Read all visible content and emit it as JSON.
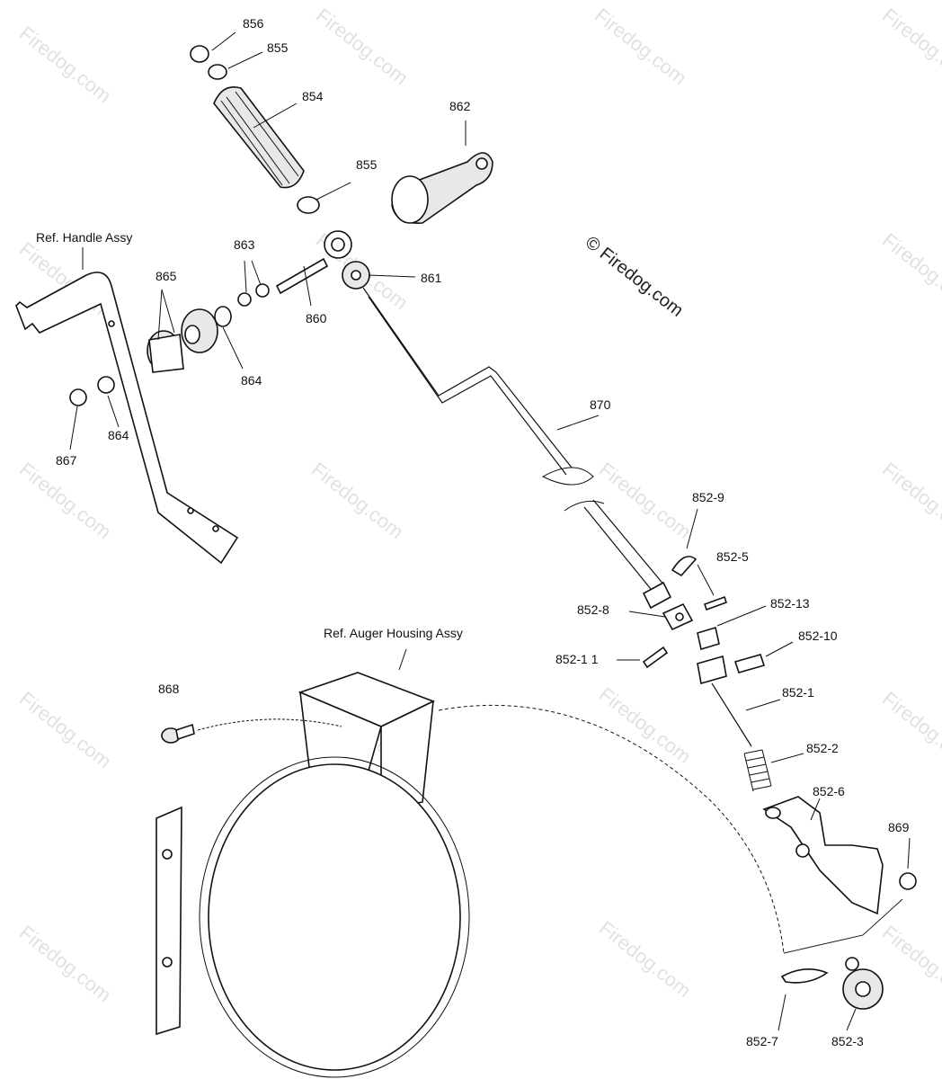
{
  "diagram": {
    "copyright": "© Firedog.com",
    "watermark_text": "Firedog.com",
    "refs": {
      "handle_assy": "Ref. Handle Assy",
      "auger_housing_assy": "Ref. Auger Housing Assy"
    },
    "parts": {
      "p856": "856",
      "p855_top": "855",
      "p854": "854",
      "p855_mid": "855",
      "p862": "862",
      "p863": "863",
      "p865": "865",
      "p861": "861",
      "p860": "860",
      "p864_top": "864",
      "p864_bot": "864",
      "p867": "867",
      "p870": "870",
      "p852_9": "852-9",
      "p852_5": "852-5",
      "p852_8": "852-8",
      "p852_13": "852-13",
      "p852_10": "852-10",
      "p852_11": "852-1 1",
      "p852_1": "852-1",
      "p868": "868",
      "p852_2": "852-2",
      "p852_6": "852-6",
      "p869": "869",
      "p852_7": "852-7",
      "p852_3": "852-3"
    }
  }
}
